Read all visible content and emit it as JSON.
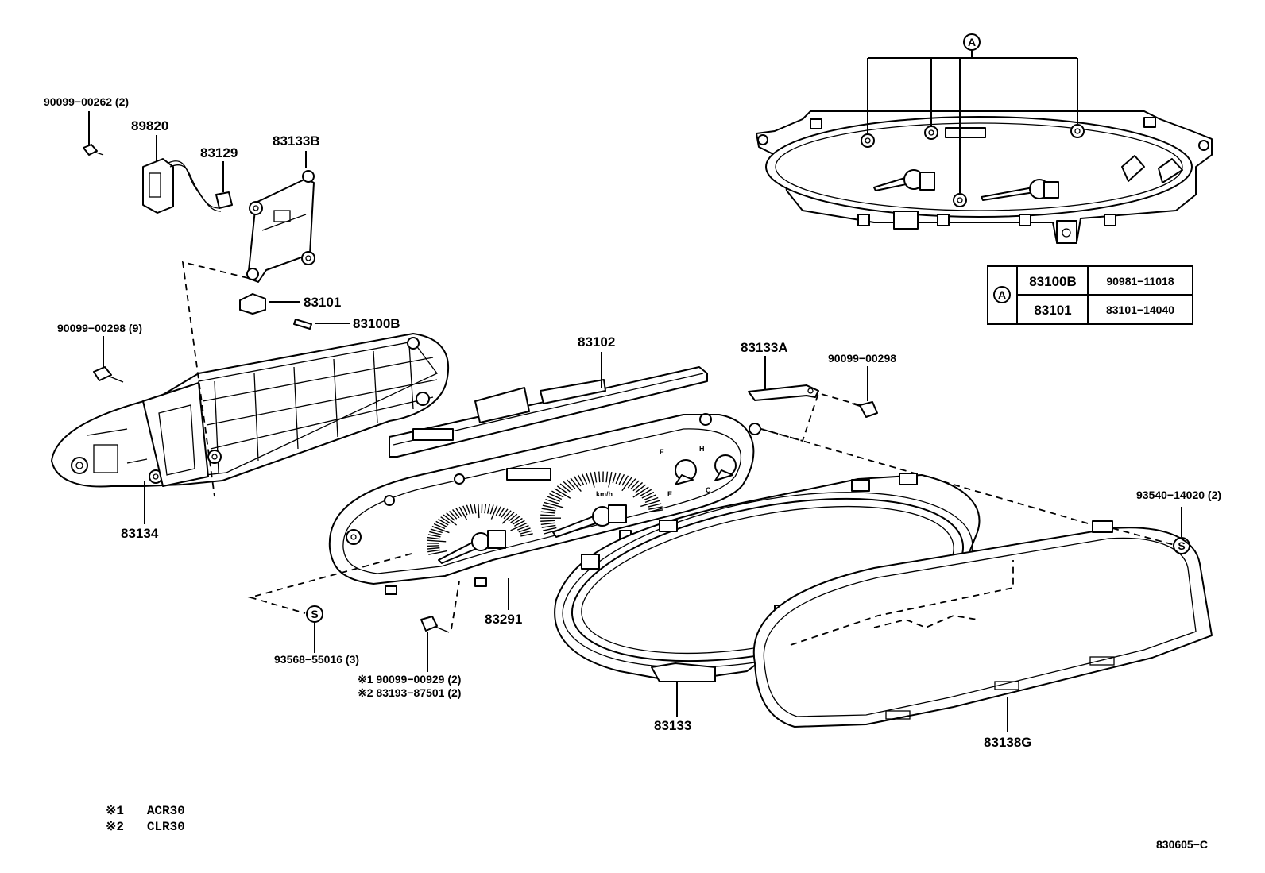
{
  "callouts": {
    "p90099_00262": "90099−00262 (2)",
    "p89820": "89820",
    "p83129": "83129",
    "p83133B": "83133B",
    "p83101": "83101",
    "p83100B": "83100B",
    "p90099_00298_9": "90099−00298 (9)",
    "p83134": "83134",
    "p83102": "83102",
    "p83133A": "83133A",
    "p90099_00298": "90099−00298",
    "p93540_14020": "93540−14020 (2)",
    "p83291": "83291",
    "p93568_55016": "93568−55016 (3)",
    "p90099_00929": "※1  90099−00929 (2)",
    "p83193_87501": "※2  83193−87501 (2)",
    "p83133": "83133",
    "p83138G": "83138G"
  },
  "markers": {
    "a_top": "A",
    "a_table": "A",
    "s_left": "S",
    "s_right": "S"
  },
  "table": {
    "rows": [
      {
        "part": "83100B",
        "number": "90981−11018"
      },
      {
        "part": "83101",
        "number": "83101−14040"
      }
    ]
  },
  "gauge_text": {
    "speed_unit": "km/h",
    "fuel_f": "F",
    "temp_h": "H",
    "fuel_e": "E",
    "temp_c": "C"
  },
  "notes": {
    "note1": "※1   ACR30",
    "note2": "※2   CLR30"
  },
  "diagram_code": "830605−C"
}
